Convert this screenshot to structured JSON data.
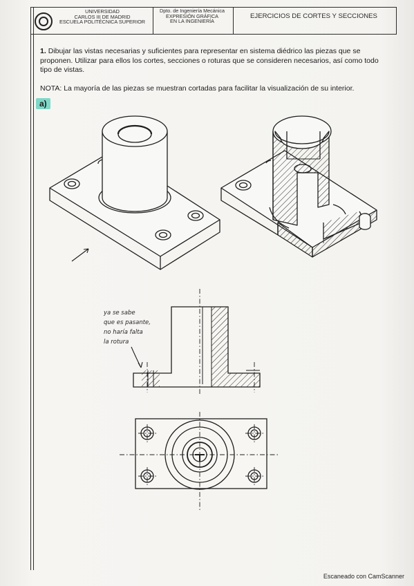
{
  "header": {
    "university": [
      "UNIVERSIDAD",
      "CARLOS III DE MADRID",
      "ESCUELA POLITÉCNICA SUPERIOR"
    ],
    "department": [
      "Dpto. de Ingeniería Mecánica",
      "EXPRESIÓN GRÁFICA",
      "EN LA INGENIERÍA"
    ],
    "title": "EJERCICIOS DE CORTES Y SECCIONES"
  },
  "exercise": {
    "number": "1.",
    "statement": "Dibujar las vistas necesarias y suficientes para representar en sistema diédrico las piezas que se proponen. Utilizar para ellos los cortes, secciones o roturas que se consideren necesarios, así como todo tipo de vistas.",
    "note": "NOTA: La mayoría de las piezas se muestran cortadas para facilitar la visualización de su interior.",
    "part_label": "a)"
  },
  "handwritten_note": [
    "ya se sabe",
    "que es pasante,",
    "no haría falta",
    "la rotura"
  ],
  "footer": "Escaneado con CamScanner"
}
